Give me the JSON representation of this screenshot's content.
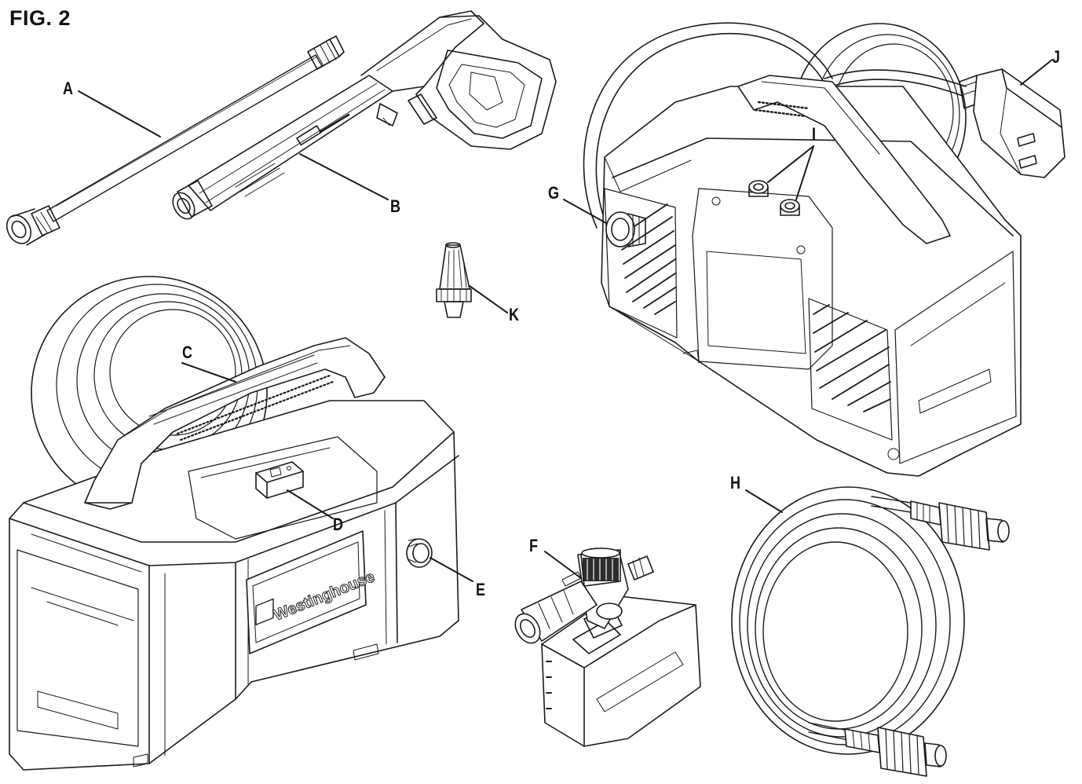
{
  "figure": {
    "title": "FIG. 2",
    "brand_text": "Westinghouse",
    "callouts": [
      {
        "id": "A",
        "label": "A"
      },
      {
        "id": "B",
        "label": "B"
      },
      {
        "id": "C",
        "label": "C"
      },
      {
        "id": "D",
        "label": "D"
      },
      {
        "id": "E",
        "label": "E"
      },
      {
        "id": "F",
        "label": "F"
      },
      {
        "id": "G",
        "label": "G"
      },
      {
        "id": "H",
        "label": "H"
      },
      {
        "id": "I",
        "label": "I"
      },
      {
        "id": "J",
        "label": "J"
      },
      {
        "id": "K",
        "label": "K"
      }
    ],
    "colors": {
      "line": "#1a1a1a",
      "background": "#ffffff"
    }
  }
}
